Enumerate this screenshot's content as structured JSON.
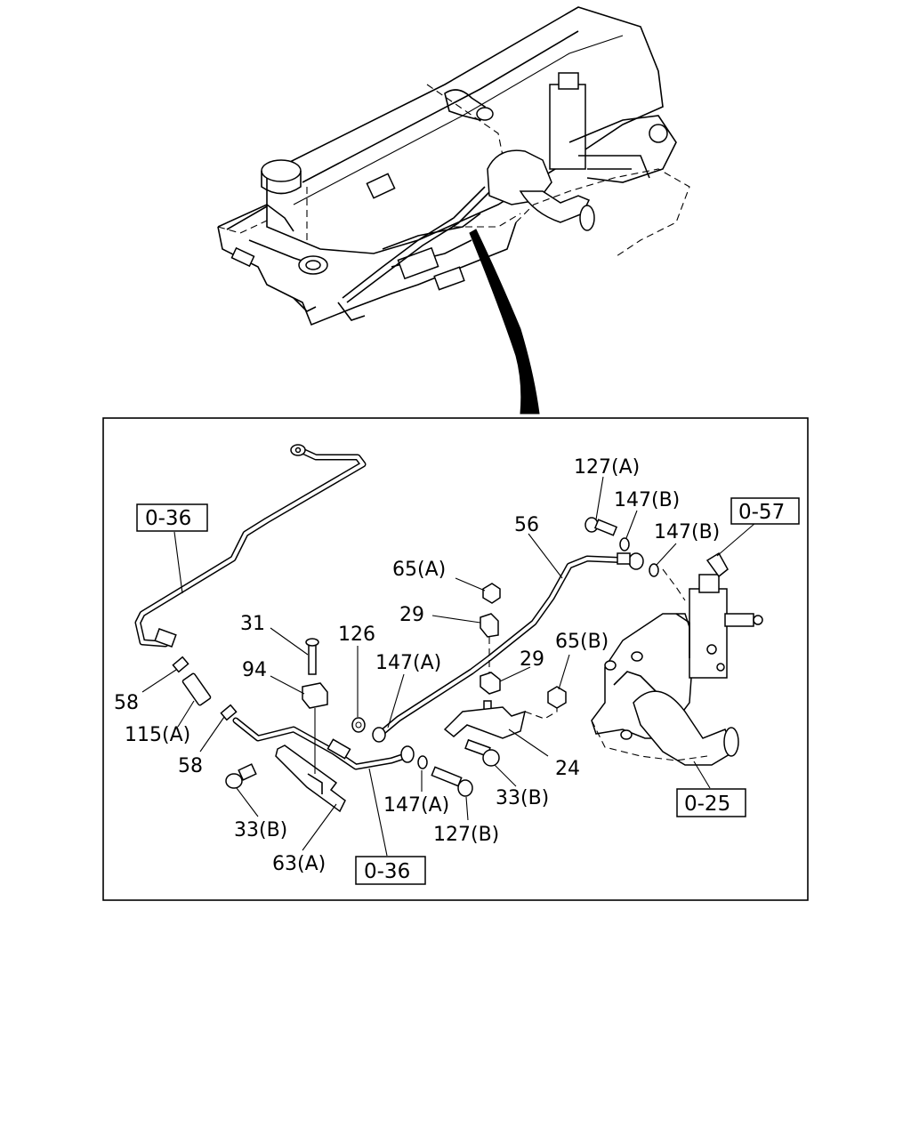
{
  "callouts": {
    "c_127A": "127(A)",
    "c_147B_1": "147(B)",
    "c_147B_2": "147(B)",
    "c_56": "56",
    "c_65A": "65(A)",
    "c_29_1": "29",
    "c_29_2": "29",
    "c_65B": "65(B)",
    "c_31": "31",
    "c_126": "126",
    "c_147A_1": "147(A)",
    "c_94": "94",
    "c_58_1": "58",
    "c_115A": "115(A)",
    "c_58_2": "58",
    "c_24": "24",
    "c_33B_1": "33(B)",
    "c_33B_2": "33(B)",
    "c_147A_2": "147(A)",
    "c_127B": "127(B)",
    "c_63A": "63(A)"
  },
  "references": {
    "r_036_top": "0-36",
    "r_057": "0-57",
    "r_025": "0-25",
    "r_036_bottom": "0-36"
  }
}
